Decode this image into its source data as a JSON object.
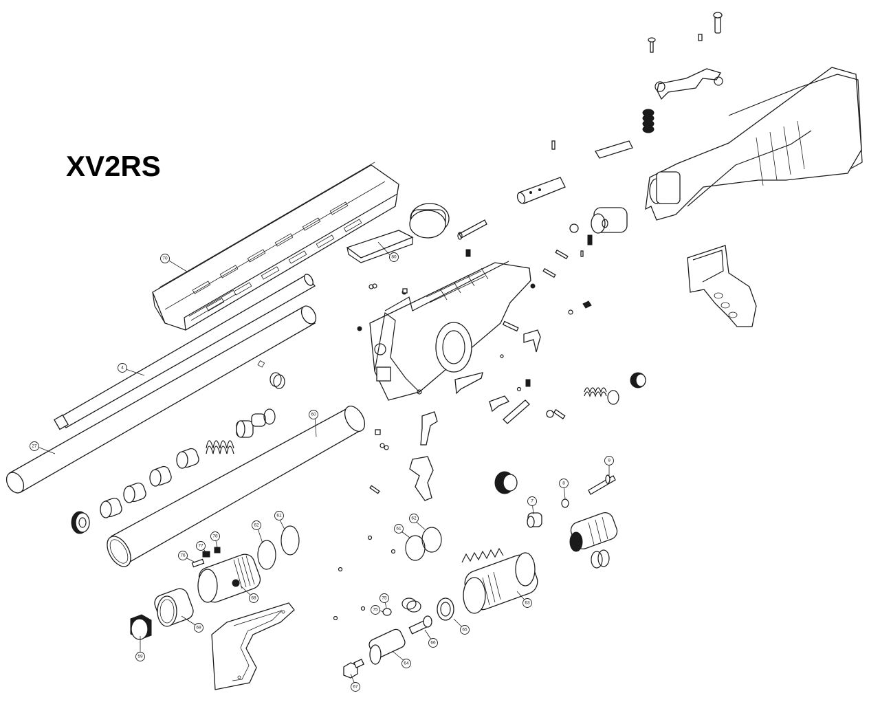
{
  "title": "XV2RS",
  "callouts": [
    "70",
    "80",
    "4",
    "27",
    "60",
    "59",
    "69",
    "68",
    "76",
    "77",
    "78",
    "62",
    "61",
    "9",
    "8",
    "7",
    "63",
    "65",
    "66",
    "64",
    "67",
    "75"
  ],
  "colors": {
    "line": "#1a1a1a",
    "background": "#ffffff"
  }
}
